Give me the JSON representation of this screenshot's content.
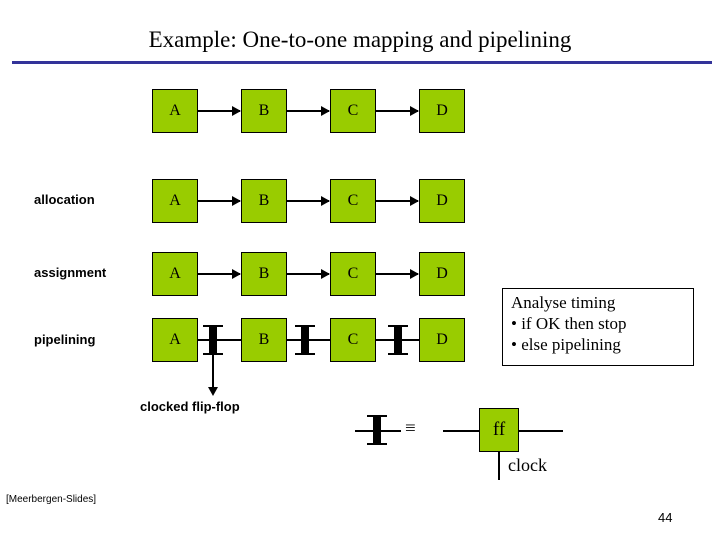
{
  "slide": {
    "title": "Example:  One-to-one mapping and pipelining",
    "page_number": "44",
    "source_tag": "[Meerbergen-Slides]",
    "accent_color": "#333399",
    "box_fill_color": "#99cc00"
  },
  "rows": [
    {
      "label": "",
      "blocks": [
        "A",
        "B",
        "C",
        "D"
      ]
    },
    {
      "label": "allocation",
      "blocks": [
        "A",
        "B",
        "C",
        "D"
      ]
    },
    {
      "label": "assignment",
      "blocks": [
        "A",
        "B",
        "C",
        "D"
      ]
    },
    {
      "label": "pipelining",
      "blocks": [
        "A",
        "B",
        "C",
        "D"
      ]
    }
  ],
  "callout": {
    "line1": "Analyse timing",
    "line2": "• if OK then stop",
    "line3": "• else pipelining"
  },
  "legend": {
    "flipflop_caption": "clocked flip-flop",
    "equivalence_symbol": "≡",
    "ff_label": "ff",
    "clock_label": "clock"
  }
}
